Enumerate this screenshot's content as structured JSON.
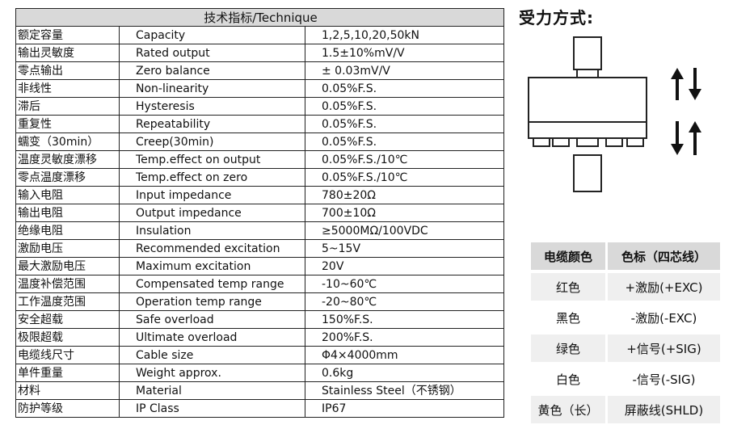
{
  "spec_table": {
    "header": "技术指标/Technique",
    "rows": [
      {
        "cn": "额定容量",
        "en": "Capacity",
        "value": "1,2,5,10,20,50kN"
      },
      {
        "cn": "输出灵敏度",
        "en": "Rated output",
        "value": "1.5±10%mV/V"
      },
      {
        "cn": "零点输出",
        "en": "Zero balance",
        "value": "± 0.03mV/V"
      },
      {
        "cn": "非线性",
        "en": "Non-linearity",
        "value": "0.05%F.S."
      },
      {
        "cn": "滞后",
        "en": "Hysteresis",
        "value": "0.05%F.S."
      },
      {
        "cn": "重复性",
        "en": "Repeatability",
        "value": "0.05%F.S."
      },
      {
        "cn": "蠕变（30min）",
        "en": "Creep(30min)",
        "value": "0.05%F.S."
      },
      {
        "cn": "温度灵敏度漂移",
        "en": "Temp.effect on output",
        "value": "0.05%F.S./10℃"
      },
      {
        "cn": "零点温度漂移",
        "en": "Temp.effect on zero",
        "value": "0.05%F.S./10℃"
      },
      {
        "cn": "输入电阻",
        "en": "Input impedance",
        "value": "780±20Ω"
      },
      {
        "cn": "输出电阻",
        "en": "Output impedance",
        "value": "700±10Ω"
      },
      {
        "cn": "绝缘电阻",
        "en": "Insulation",
        "value": "≥5000MΩ/100VDC"
      },
      {
        "cn": "激励电压",
        "en": "Recommended excitation",
        "value": "5~15V"
      },
      {
        "cn": "最大激励电压",
        "en": "Maximum excitation",
        "value": "20V"
      },
      {
        "cn": "温度补偿范围",
        "en": "Compensated temp range",
        "value": "-10~60℃"
      },
      {
        "cn": "工作温度范围",
        "en": "Operation temp range",
        "value": "-20~80℃"
      },
      {
        "cn": "安全超载",
        "en": "Safe overload",
        "value": "150%F.S."
      },
      {
        "cn": "极限超载",
        "en": "Ultimate overload",
        "value": "200%F.S."
      },
      {
        "cn": "电缆线尺寸",
        "en": "Cable size",
        "value": "Φ4×4000mm"
      },
      {
        "cn": "单件重量",
        "en": "Weight approx.",
        "value": "0.6kg"
      },
      {
        "cn": "材料",
        "en": "Material",
        "value": "Stainless Steel（不锈钢）"
      },
      {
        "cn": "防护等级",
        "en": "IP Class",
        "value": "IP67"
      }
    ]
  },
  "diagram": {
    "title": "受力方式:",
    "icons": [
      "load-cell-drawing-icon",
      "tension-compression-arrows-icon"
    ]
  },
  "wire_table": {
    "headers": [
      "电缆颜色",
      "色标（四芯线）"
    ],
    "rows": [
      {
        "color": "红色",
        "signal": "+激励(+EXC)"
      },
      {
        "color": "黑色",
        "signal": "-激励(-EXC)"
      },
      {
        "color": "绿色",
        "signal": "+信号(+SIG)"
      },
      {
        "color": "白色",
        "signal": "-信号(-SIG)"
      },
      {
        "color": "黄色（长）",
        "signal": "屏蔽线(SHLD)"
      }
    ]
  }
}
